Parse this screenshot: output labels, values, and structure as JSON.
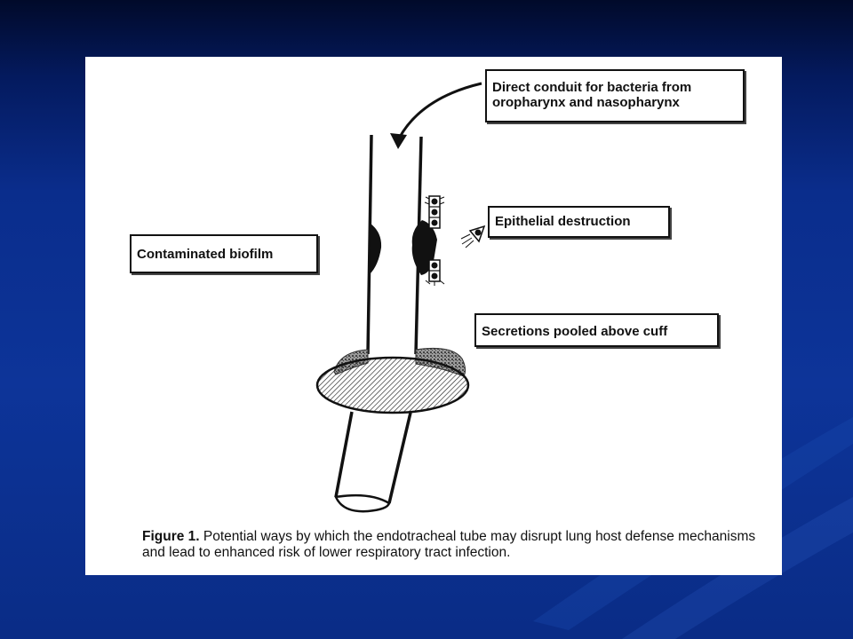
{
  "labels": {
    "conduit_line1": "Direct conduit for bacteria from",
    "conduit_line2": "oropharynx and nasopharynx",
    "epithelial": "Epithelial destruction",
    "biofilm": "Contaminated biofilm",
    "secretions": "Secretions pooled above cuff"
  },
  "caption": {
    "label": "Figure 1.",
    "text": "Potential ways by which the endotracheal tube may disrupt lung host defense mechanisms and lead to enhanced risk of lower respiratory tract infection."
  },
  "colors": {
    "background": "#0a2d8c",
    "figure_bg": "#ffffff",
    "ink": "#111111",
    "secretion_fill": "#777777"
  }
}
